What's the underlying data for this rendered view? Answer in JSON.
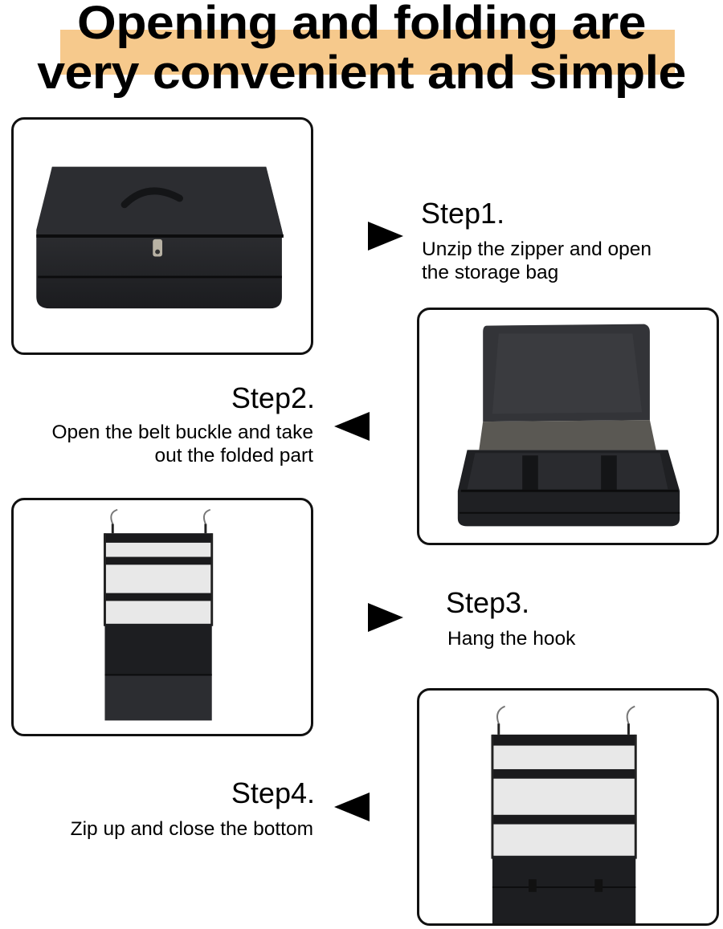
{
  "header": {
    "title_line1": "Opening and folding are",
    "title_line2": "very convenient and simple",
    "highlight_color": "#f6c98c"
  },
  "steps": [
    {
      "title": "Step1.",
      "description_line1": "Unzip the zipper and open",
      "description_line2": "the storage bag",
      "arrow": "right-triangle-icon",
      "image": "closed-black-storage-bag"
    },
    {
      "title": "Step2.",
      "description_line1": "Open the belt buckle and take",
      "description_line2": "out the folded part",
      "arrow": "left-triangle-icon",
      "image": "opened-storage-bag"
    },
    {
      "title": "Step3.",
      "description_line1": "Hang the hook",
      "arrow": "right-triangle-icon",
      "image": "hanging-shelf-organizer-unzipped"
    },
    {
      "title": "Step4.",
      "description_line1": "Zip up and close the bottom",
      "arrow": "left-triangle-icon",
      "image": "hanging-shelf-organizer-closed"
    }
  ],
  "colors": {
    "text": "#000000",
    "panel_border": "#111111",
    "bag_fabric": "#1f2023",
    "background": "#ffffff"
  }
}
